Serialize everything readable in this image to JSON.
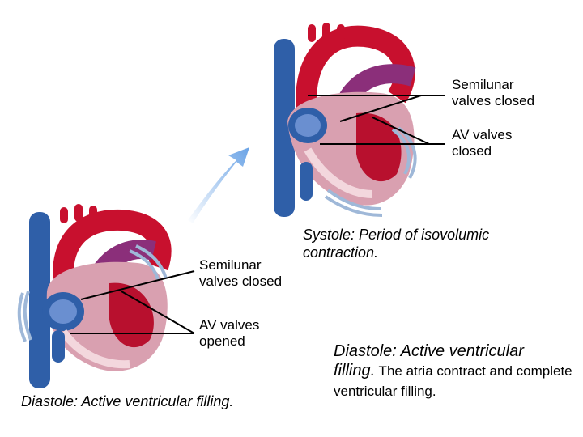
{
  "labels": {
    "top_semilunar": "Semilunar\nvalves closed",
    "top_av": "AV valves\nclosed",
    "bottom_semilunar": "Semilunar\nvalves closed",
    "bottom_av": "AV valves\nopened"
  },
  "captions": {
    "systole": "Systole: Period of isovolumic\ncontraction.",
    "diastole_left": "Diastole: Active ventricular filling.",
    "diastole_right_italic": "Diastole: Active ventricular\nfilling.",
    "diastole_right_rest": " The atria contract and complete ventricular filling."
  },
  "colors": {
    "vein_blue": "#2f5fa8",
    "aorta_red": "#c8102e",
    "pulmonary_purple": "#8b2f7a",
    "muscle_pink": "#d9a0b0",
    "light_blue_band": "#9fb8d8",
    "arrow_blue": "#7ab0e8"
  }
}
